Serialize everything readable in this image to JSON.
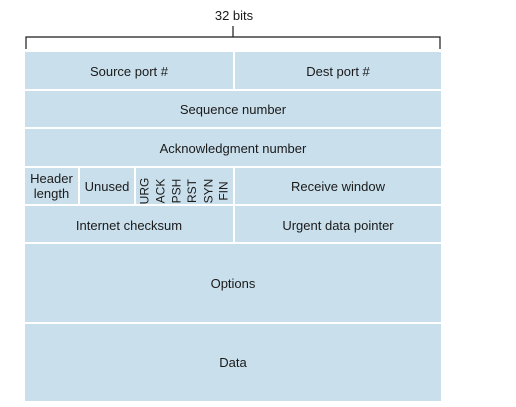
{
  "width_label": "32 bits",
  "fields": {
    "source_port": "Source port #",
    "dest_port": "Dest port #",
    "sequence_number": "Sequence number",
    "ack_number": "Acknowledgment number",
    "header_length_line1": "Header",
    "header_length_line2": "length",
    "unused": "Unused",
    "flags": [
      "URG",
      "ACK",
      "PSH",
      "RST",
      "SYN",
      "FIN"
    ],
    "receive_window": "Receive window",
    "internet_checksum": "Internet checksum",
    "urgent_pointer": "Urgent data pointer",
    "options": "Options",
    "data": "Data"
  },
  "colors": {
    "field_fill": "#c9dfec",
    "divider": "#ffffff"
  }
}
